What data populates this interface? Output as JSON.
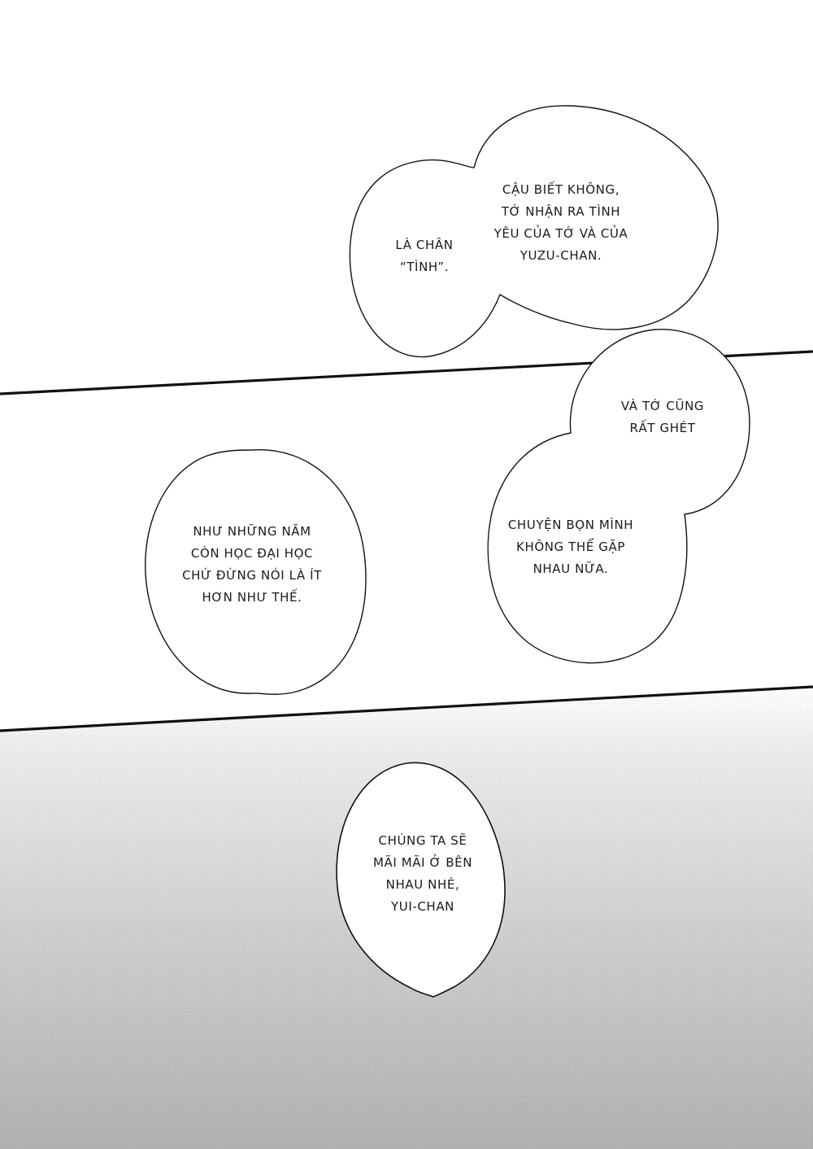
{
  "page": {
    "background": "#ffffff",
    "ink_color": "#111111",
    "screentone_top": "#ffffff",
    "screentone_bottom": "#b4b4b4"
  },
  "panels": [
    {
      "id": "panel-1",
      "bubbles": [
        {
          "id": "bubble-1a",
          "lines": [
            "Là chân",
            "“Tình”."
          ]
        },
        {
          "id": "bubble-1b",
          "lines": [
            "Cậu biết không,",
            "tớ nhận ra tình",
            "yêu của tớ và của",
            "Yuzu-chan."
          ]
        }
      ]
    },
    {
      "id": "panel-2",
      "bubbles": [
        {
          "id": "bubble-2a",
          "lines": [
            "Như những năm",
            "còn học đại học",
            "chứ đừng nói là ít",
            "hơn như thế."
          ]
        },
        {
          "id": "bubble-2b",
          "lines": [
            "Và tớ cũng",
            "rất ghét"
          ]
        },
        {
          "id": "bubble-2c",
          "lines": [
            "Chuyện bọn mình",
            "không thể gặp",
            "nhau nữa."
          ]
        }
      ]
    },
    {
      "id": "panel-3",
      "bubbles": [
        {
          "id": "bubble-3a",
          "lines": [
            "Chúng ta sẽ",
            "mãi mãi ở bên",
            "nhau nhé,",
            "Yui-chan"
          ]
        }
      ]
    }
  ]
}
